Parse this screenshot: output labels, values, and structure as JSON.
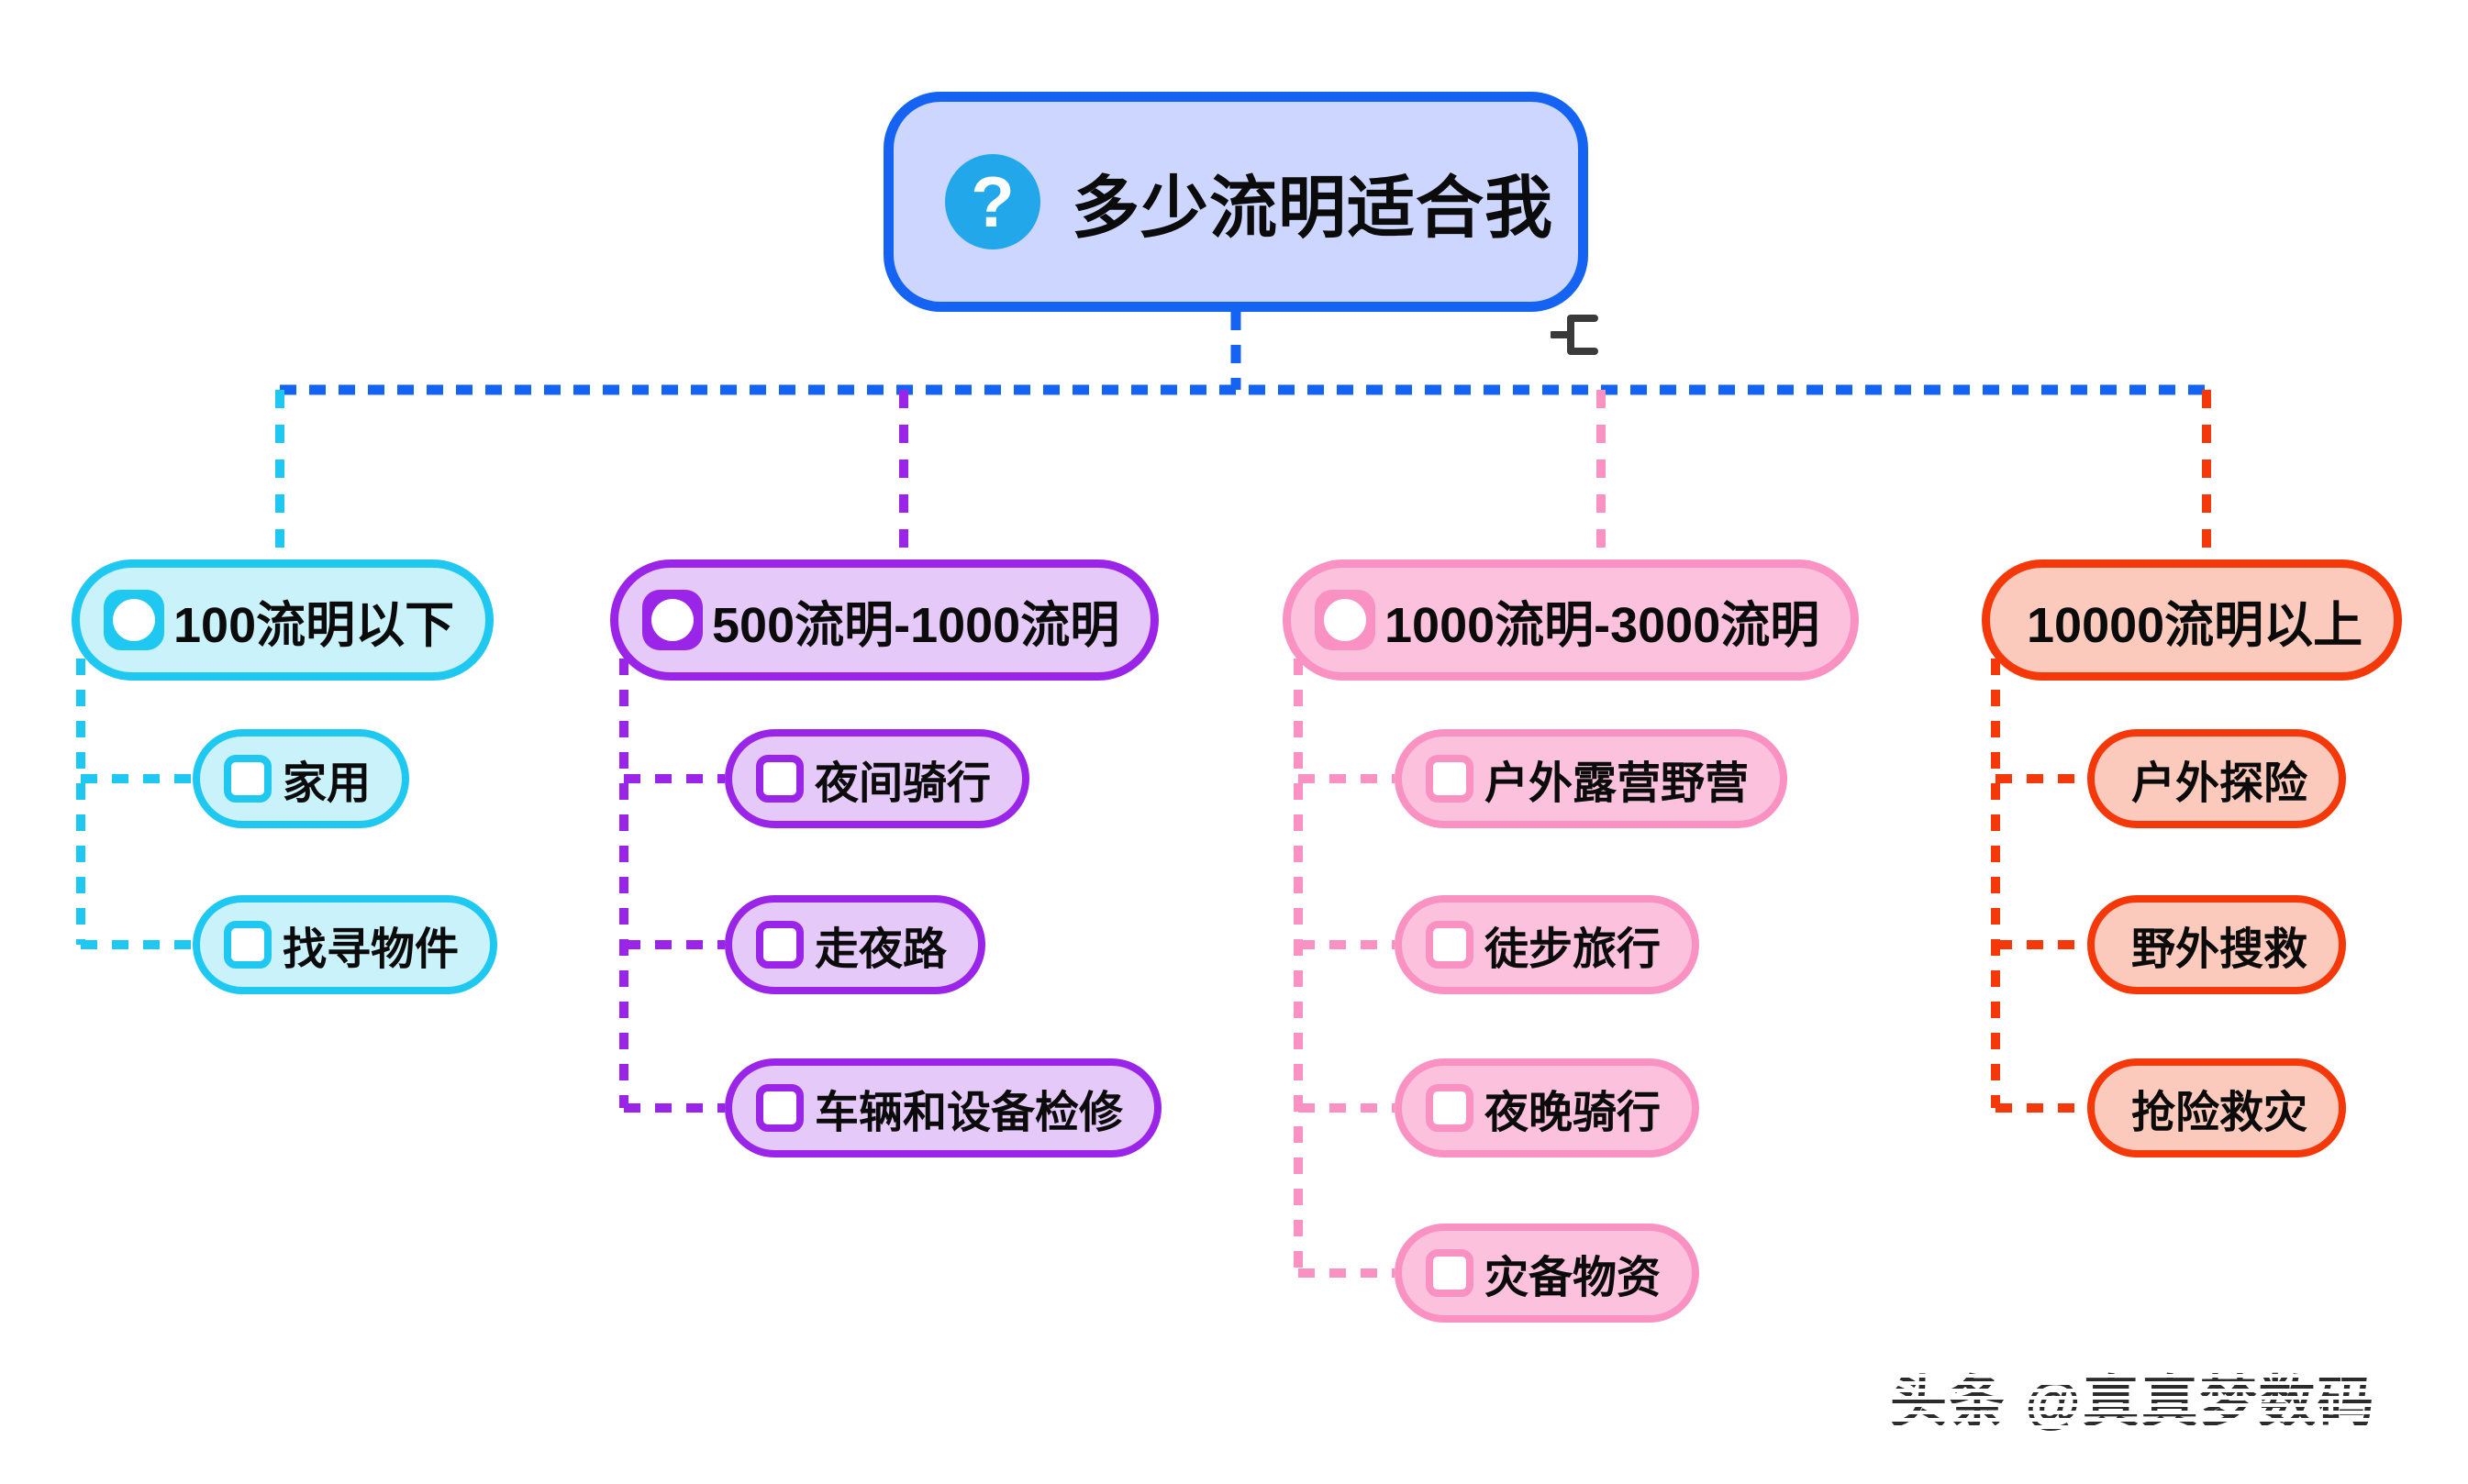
{
  "diagram": {
    "type": "mindmap",
    "root": {
      "label": "多少流明适合我",
      "icon": "question-mark-icon",
      "icon_glyph": "?",
      "fill": "#CCD6FE",
      "stroke": "#1463F3",
      "icon_fill": "#22A7EA"
    },
    "fork_glyph": {
      "name": "branch-fork-icon",
      "color": "#3A3A3A"
    },
    "branches": [
      {
        "label": "100流明以下",
        "fill": "#C9F2FA",
        "stroke": "#1FC8F0",
        "icon_fill": "#1FC8F0",
        "has_icon": true,
        "children": [
          {
            "label": "家用",
            "has_box": true
          },
          {
            "label": "找寻物件",
            "has_box": true
          }
        ]
      },
      {
        "label": "500流明-1000流明",
        "fill": "#E5C9F9",
        "stroke": "#9A25E8",
        "icon_fill": "#9A25E8",
        "has_icon": true,
        "children": [
          {
            "label": "夜间骑行",
            "has_box": true
          },
          {
            "label": "走夜路",
            "has_box": true
          },
          {
            "label": "车辆和设备检修",
            "has_box": true
          }
        ]
      },
      {
        "label": "1000流明-3000流明",
        "fill": "#FCC2DD",
        "stroke": "#F992C2",
        "icon_fill": "#F992C2",
        "has_icon": true,
        "children": [
          {
            "label": "户外露营野营",
            "has_box": true
          },
          {
            "label": "徒步旅行",
            "has_box": true
          },
          {
            "label": "夜晚骑行",
            "has_box": true
          },
          {
            "label": "灾备物资",
            "has_box": true
          }
        ]
      },
      {
        "label": "10000流明以上",
        "fill": "#FCCABD",
        "stroke": "#F53809",
        "icon_fill": "#F53809",
        "has_icon": false,
        "children": [
          {
            "label": "户外探险",
            "has_box": false
          },
          {
            "label": "野外搜救",
            "has_box": false
          },
          {
            "label": "抢险救灾",
            "has_box": false
          }
        ]
      }
    ]
  },
  "watermark": {
    "text": "头条 @真真梦数码"
  }
}
